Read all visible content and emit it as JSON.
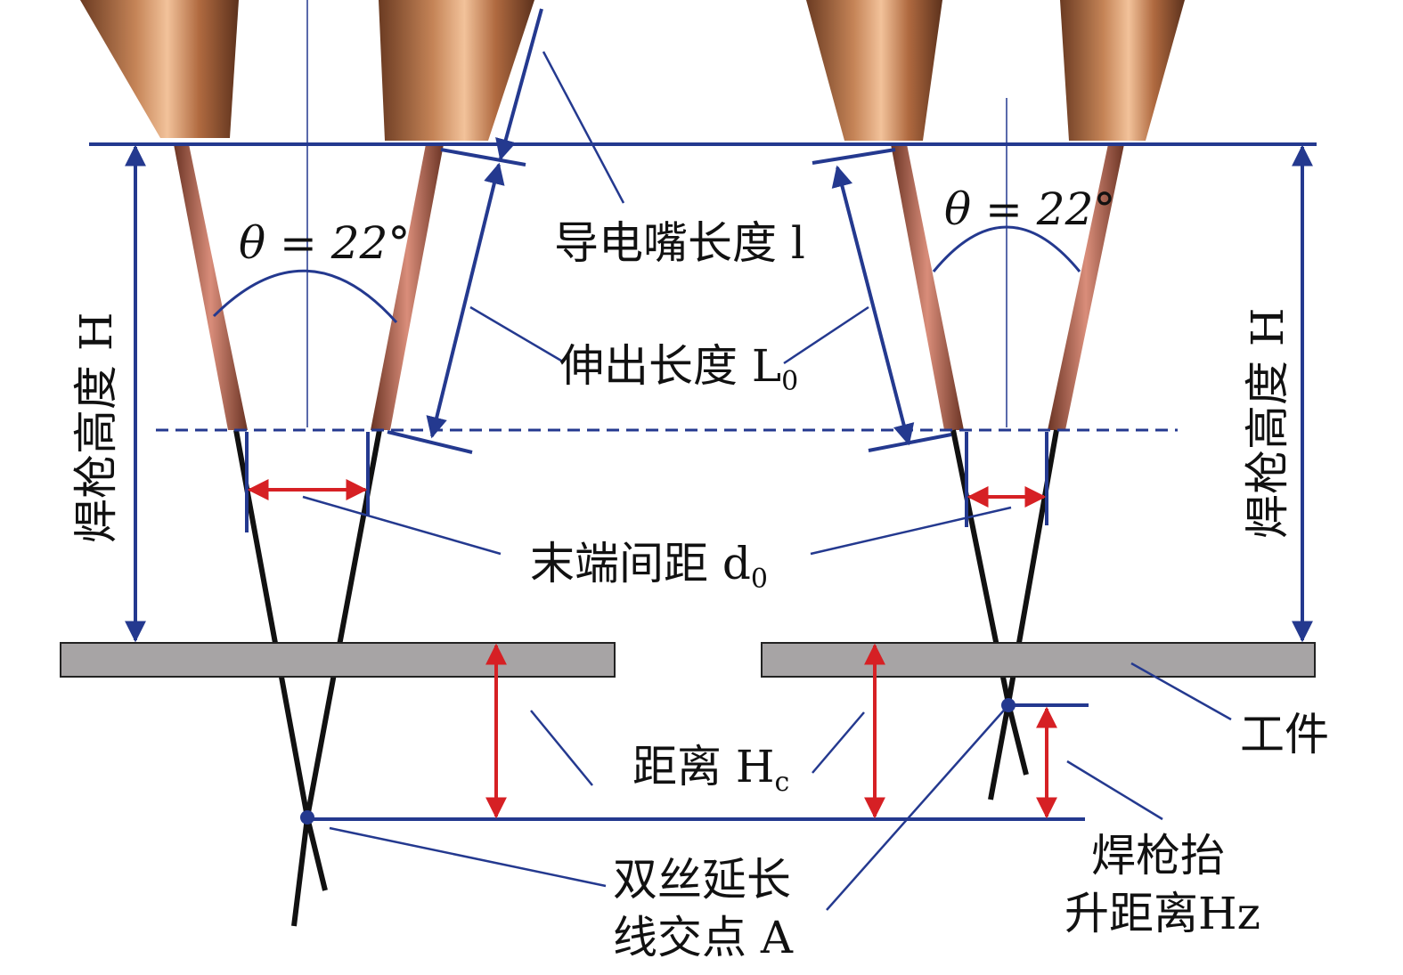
{
  "labels": {
    "angle_left": "θ = 22°",
    "angle_right": "θ = 22°",
    "tip_length": "导电嘴长度 l",
    "extension_length": "伸出长度 L",
    "extension_sub": "0",
    "end_spacing": "末端间距 d",
    "end_spacing_sub": "0",
    "torch_height_left": "焊枪高度 H",
    "torch_height_right": "焊枪高度 H",
    "distance": "距离 H",
    "distance_sub": "c",
    "workpiece": "工件",
    "intersection_line1": "双丝延长",
    "intersection_line2": "线交点 A",
    "lift_line1": "焊枪抬",
    "lift_line2": "升距离Hz"
  },
  "colors": {
    "blue": "#24398f",
    "red": "#d62024",
    "copper": "#b8734a",
    "workpiece": "#a7a4a5"
  }
}
